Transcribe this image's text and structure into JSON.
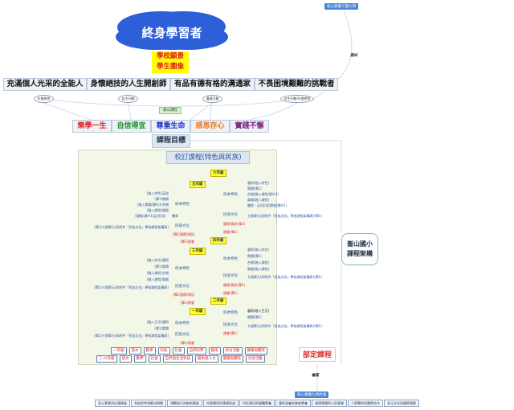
{
  "top_node": "核心素養三面九項",
  "top_link_label": "面向",
  "cloud": "終身學習者",
  "vision": [
    "學校願景",
    "學生圖像"
  ],
  "student_images": [
    "充滿個人光采的全能人",
    "身懷絕技的人生開創師",
    "有品有德有格的溝通家",
    "不畏困境艱難的挑戰者"
  ],
  "dimensions": [
    "社會參與",
    "自主行動",
    "溝通互動",
    "自主行動/社會參與"
  ],
  "school_course": "崙山課程",
  "values": [
    {
      "label": "樂學一生",
      "color": "#e52222"
    },
    {
      "label": "自信得宜",
      "color": "#1c8c2c"
    },
    {
      "label": "尊重生命",
      "color": "#2233cc"
    },
    {
      "label": "感恩存心",
      "color": "#f07a20"
    },
    {
      "label": "實踐不懈",
      "color": "#7a2080"
    }
  ],
  "course_goal": "課程目標",
  "school_based": "校訂課程(特色與民族)",
  "architecture": [
    "崙山國小",
    "課程架構"
  ],
  "labels": {
    "feature": "校本特色",
    "culture": "民族文化",
    "pe": "體育"
  },
  "grades": {
    "g6": {
      "name": "六年級",
      "features": [
        "藝術(融入特色)",
        "閱讀(彈1)",
        "合唱(融入課程/課外3)",
        "樂器(融入課程)",
        "體育 · 足/田/游(課後/課外1)"
      ],
      "culture": "七個單元(如附件「民族文化」學校課程架構表)(彈1)",
      "intl": "國際/資訊(彈2)",
      "meet": "通會(彈1)"
    },
    "g5": {
      "name": "五年級",
      "features": [
        "(融入特色)英語",
        "(彈1)閱讀",
        "(融入閱讀/課外3)合唱",
        "(融入課程)樂器",
        "(課後/課外1)足/田/游"
      ],
      "culture": "(彈1)七個單元(如附件「民族文化」學校課程架構表)",
      "intl": "(彈2)國際/資訊",
      "meet": "(彈1)通會"
    },
    "g4": {
      "name": "四年級",
      "features": [
        "藝術(融入綜合)",
        "閱讀(彈1)",
        "合唱(融入課程)",
        "樂器(融入課程)"
      ],
      "culture": "七個單元(如附件「民族文化」學校課程架構表)(彈1)",
      "intl": "國際/資訊(彈2)",
      "meet": "通會(彈1)"
    },
    "g3": {
      "name": "三年級",
      "features": [
        "(融入綜合)藝術",
        "(彈1)閱讀",
        "(融入課程)合唱",
        "(融入課程)樂器"
      ],
      "culture": "(彈1)七個單元(如附件「民族文化」學校課程架構表)",
      "intl": "(彈2)國際/資訊",
      "meet": "(彈1)通會"
    },
    "g2": {
      "name": "二年級",
      "features": [
        "藝術(融入生活)",
        "閱讀(彈1)"
      ],
      "culture": "七個單元(如附件「民族文化」學校課程架構表)(彈1)",
      "meet": "通會(彈1)"
    },
    "g1": {
      "name": "一年級",
      "features": [
        "(融入生活)藝術",
        "(彈1)閱讀"
      ],
      "culture": "(彈1)七個單元(如附件「民族文化」學校課程架構表)",
      "meet": "(彈1)通會"
    }
  },
  "required_label": "部定課程",
  "required_rows": [
    [
      "一年級",
      "語文",
      "數學",
      "科技",
      "社會",
      "自然科學",
      "藝術",
      "綜合活動",
      "健康與體育"
    ],
    [
      "二-六年級",
      "語文",
      "數學",
      "社會",
      "自然與生活科技",
      "藝術與人文",
      "健康與體育",
      "綜合活動"
    ]
  ],
  "bottom_link_label": "層面",
  "bottom_node": "核心素養九項內涵",
  "competencies": [
    "身心素質與自我精進",
    "系統思考與解決問題",
    "規劃執行與創新應變",
    "符號運用與溝通表達",
    "科技資訊與媒體素養",
    "藝術涵養與美感素養",
    "道德實踐與公民意識",
    "人際關係與團隊合作",
    "多元文化與國際理解"
  ]
}
